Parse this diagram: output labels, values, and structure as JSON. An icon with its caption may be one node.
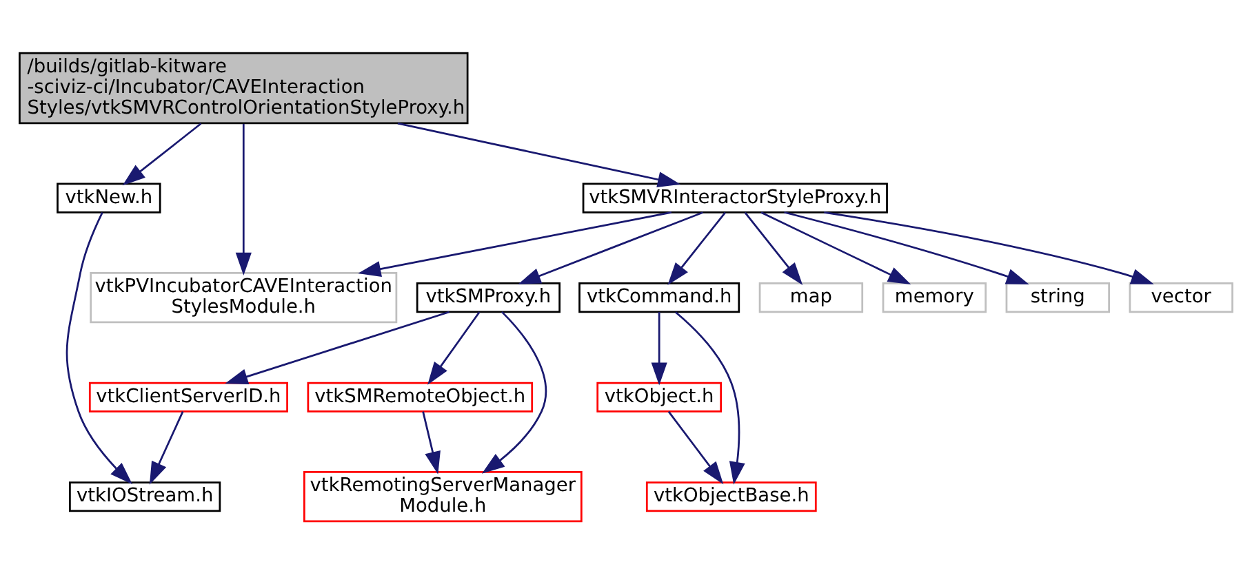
{
  "diagram": {
    "nodes": [
      {
        "text": [
          "/builds/gitlab-kitware -sciviz-ci/Incubator/CAVEInteraction Styles/vtkSMVRControlOrientationStyleProxy.h"
        ]
      },
      {
        "text": [
          "vtkNew.h"
        ]
      },
      {
        "text": [
          "vtkPVIncubatorCAVEInteraction StylesModule.h"
        ]
      },
      {
        "text": [
          "vtkSMVRInteractorStyleProxy.h"
        ]
      },
      {
        "text": [
          "vtkIOStream.h"
        ]
      },
      {
        "text": [
          "vtkSMProxy.h"
        ]
      },
      {
        "text": [
          "vtkCommand.h"
        ]
      },
      {
        "text": [
          "map"
        ]
      },
      {
        "text": [
          "memory"
        ]
      },
      {
        "text": [
          "string"
        ]
      },
      {
        "text": [
          "vector"
        ]
      },
      {
        "text": [
          "vtkClientServerID.h"
        ]
      },
      {
        "text": [
          "vtkSMRemoteObject.h"
        ]
      },
      {
        "text": [
          "vtkObject.h"
        ]
      },
      {
        "text": [
          "vtkRemotingServerManager Module.h"
        ]
      },
      {
        "text": [
          "vtkObjectBase.h"
        ]
      }
    ],
    "edges": [
      {
        "from": 0,
        "to": 1,
        "arrow": "to"
      },
      {
        "from": 0,
        "to": 2,
        "arrow": "to"
      },
      {
        "from": 0,
        "to": 3,
        "arrow": "to"
      },
      {
        "from": 1,
        "to": 4,
        "arrow": "to"
      },
      {
        "from": 3,
        "to": 2,
        "arrow": "to"
      },
      {
        "from": 3,
        "to": 5,
        "arrow": "to"
      },
      {
        "from": 3,
        "to": 6,
        "arrow": "to"
      },
      {
        "from": 3,
        "to": 7,
        "arrow": "to"
      },
      {
        "from": 3,
        "to": 8,
        "arrow": "to"
      },
      {
        "from": 3,
        "to": 9,
        "arrow": "to"
      },
      {
        "from": 3,
        "to": 10,
        "arrow": "to"
      },
      {
        "from": 5,
        "to": 11,
        "arrow": "to"
      },
      {
        "from": 5,
        "to": 14,
        "arrow": "to"
      },
      {
        "from": 5,
        "to": 12,
        "arrow": "to"
      },
      {
        "from": 6,
        "to": 15,
        "arrow": "to"
      },
      {
        "from": 6,
        "to": 13,
        "arrow": "to"
      },
      {
        "from": 11,
        "to": 4,
        "arrow": "to"
      },
      {
        "from": 12,
        "to": 14,
        "arrow": "to"
      },
      {
        "from": 13,
        "to": 15,
        "arrow": "to"
      }
    ]
  }
}
